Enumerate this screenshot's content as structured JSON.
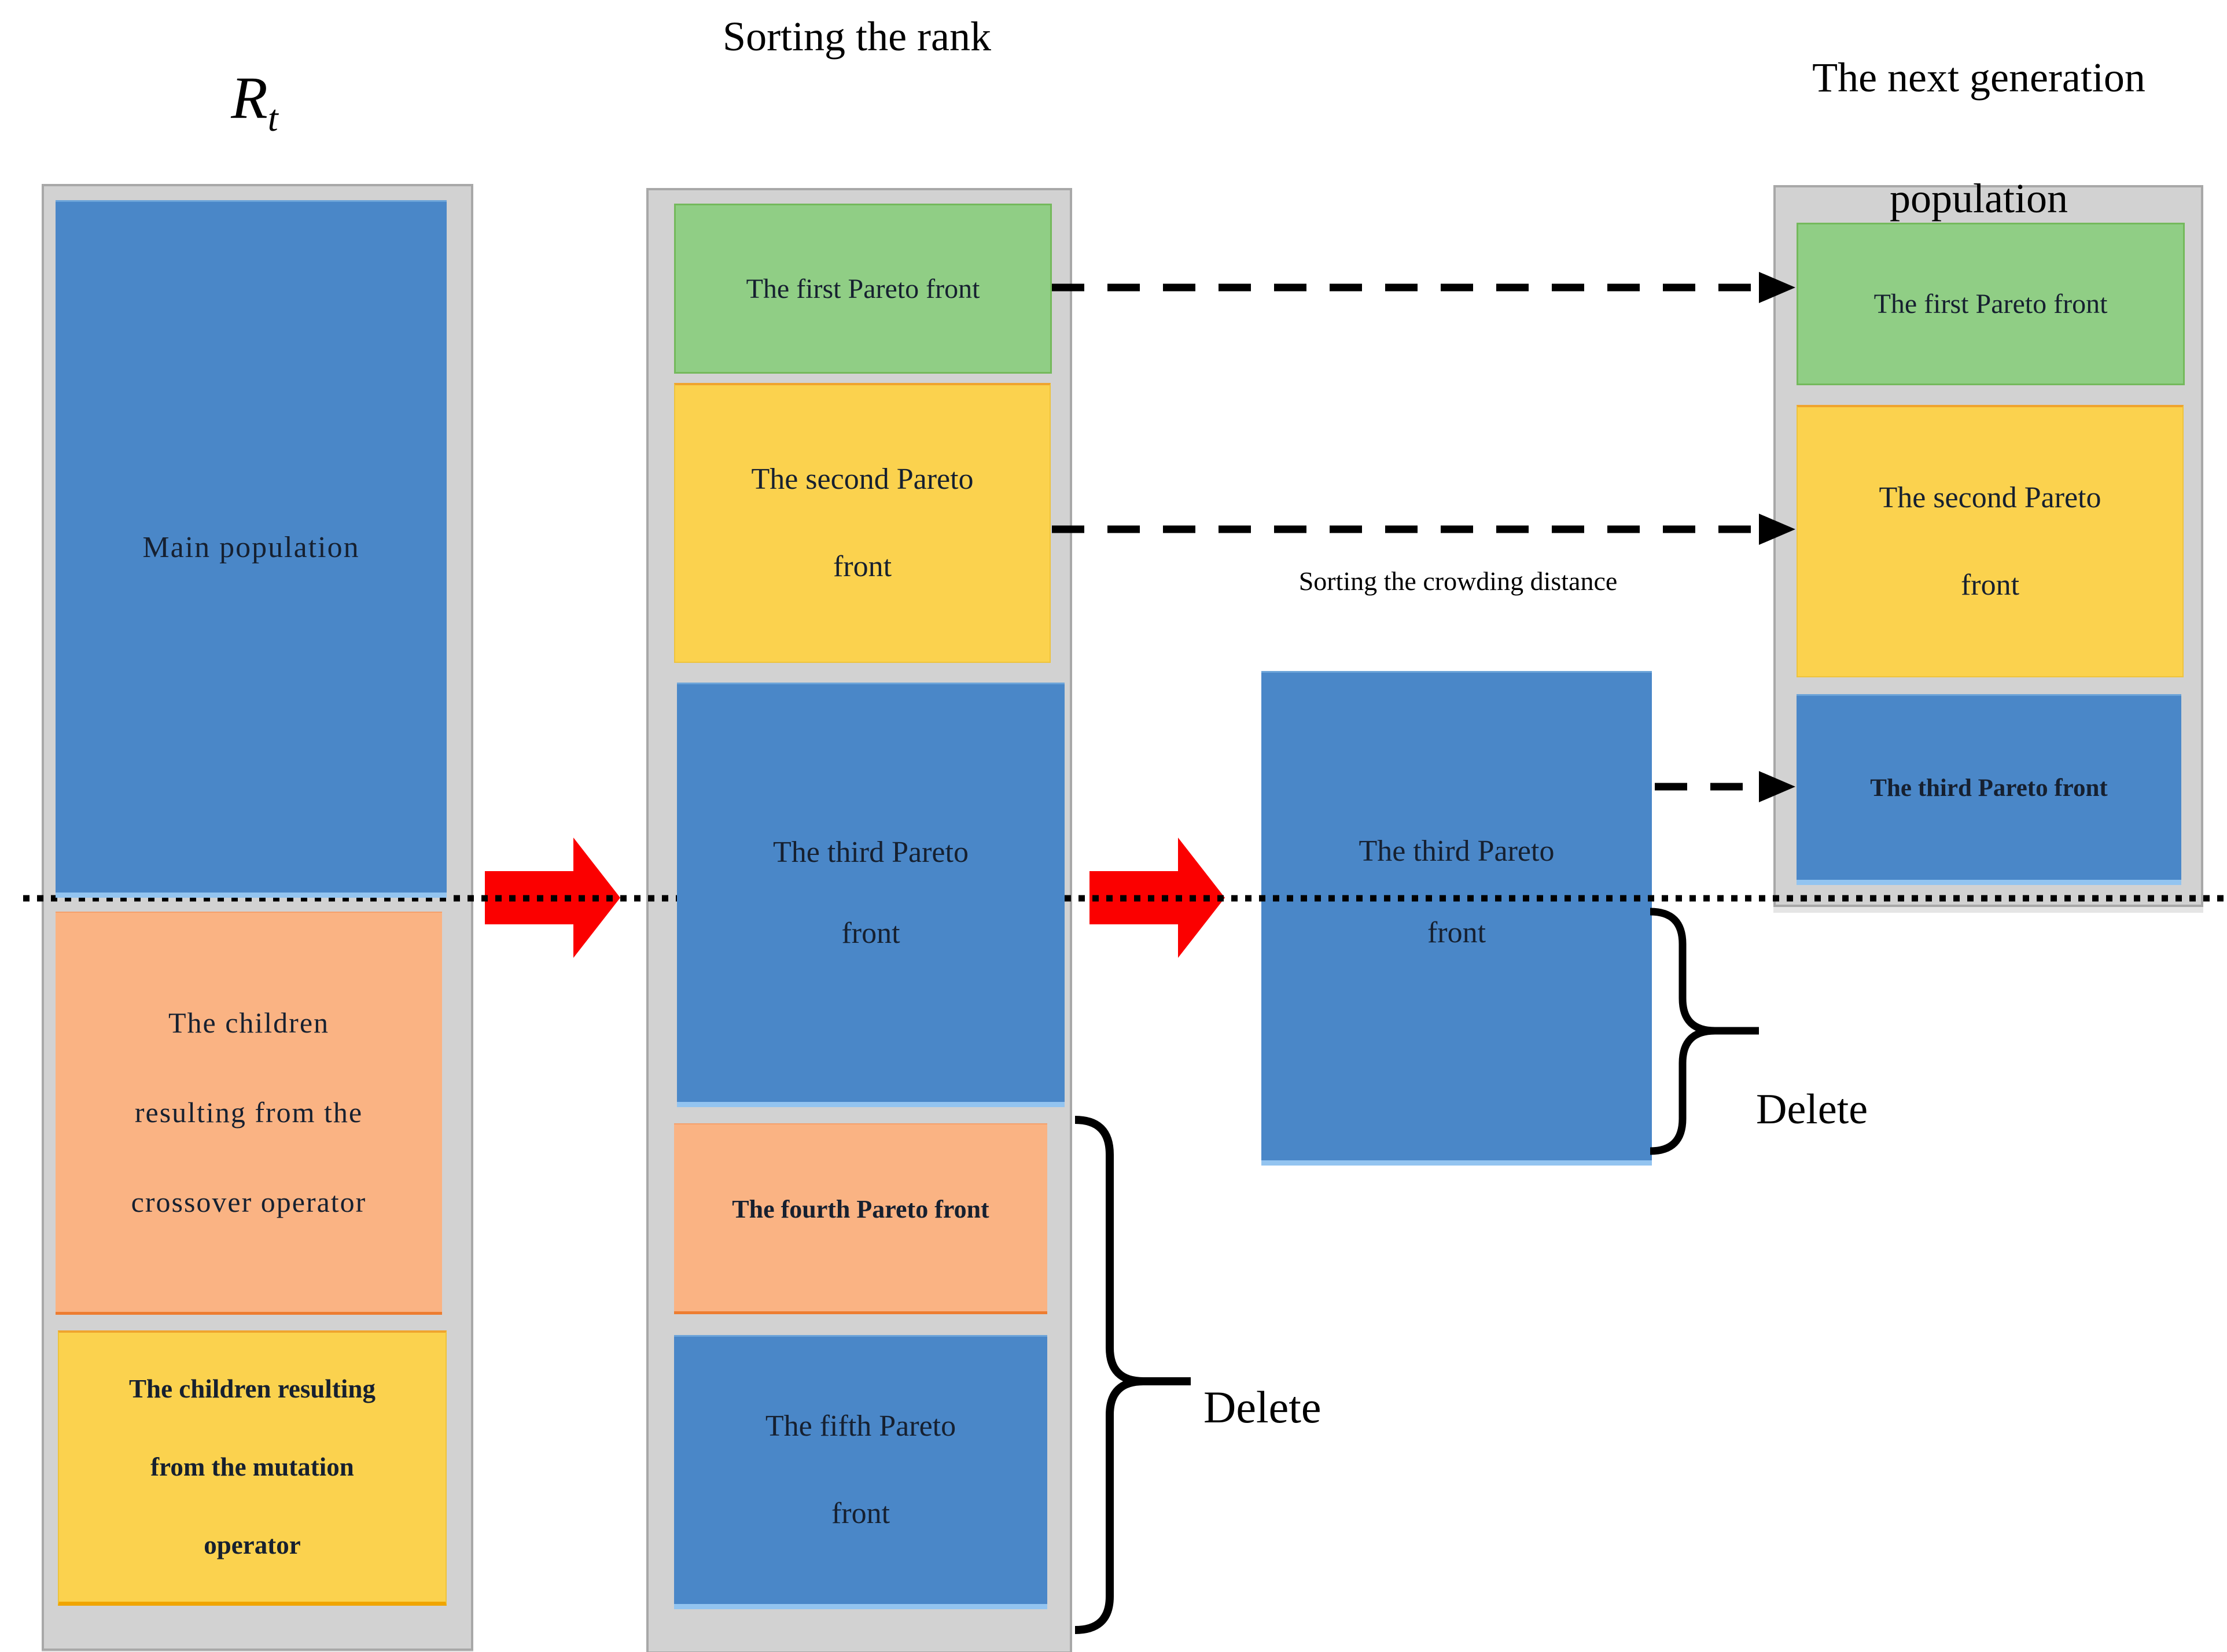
{
  "titles": {
    "rt_main": "R",
    "rt_sub": "t",
    "sorting_rank": "Sorting the rank",
    "next_generation": "The next generation\npopulation",
    "sorting_crowding": "Sorting the crowding distance"
  },
  "left_column": {
    "boxes": [
      {
        "label": "Main population"
      },
      {
        "label": "The children\nresulting from the\ncrossover operator"
      },
      {
        "label": "The children resulting\nfrom the mutation\noperator"
      }
    ]
  },
  "middle_column": {
    "boxes": [
      {
        "label": "The first Pareto front"
      },
      {
        "label": "The second Pareto\nfront"
      },
      {
        "label": "The third Pareto\nfront"
      },
      {
        "label": "The fourth Pareto front"
      },
      {
        "label": "The fifth Pareto\nfront"
      }
    ]
  },
  "crowding_box": {
    "label": "The third Pareto\nfront"
  },
  "right_column": {
    "boxes": [
      {
        "label": "The first Pareto front"
      },
      {
        "label": "The second Pareto\nfront"
      },
      {
        "label": "The third Pareto front"
      }
    ]
  },
  "annotations": {
    "delete_rank": "Delete",
    "delete_crowding": "Delete"
  },
  "colors": {
    "blue": "#4a87c8",
    "green": "#90ce85",
    "yellow": "#fbd24e",
    "orange": "#fab383",
    "container": "#d2d2d2",
    "red": "#fb0000",
    "line": "#000000",
    "boxtext": "#162030"
  }
}
